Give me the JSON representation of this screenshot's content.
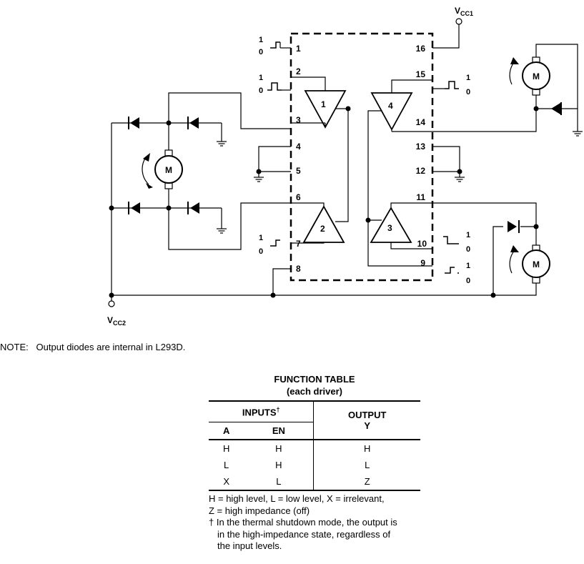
{
  "supply": {
    "vcc1": "V",
    "vcc1_sub": "CC1",
    "vcc2": "V",
    "vcc2_sub": "CC2"
  },
  "pins": [
    "1",
    "2",
    "3",
    "4",
    "5",
    "6",
    "7",
    "8",
    "9",
    "10",
    "11",
    "12",
    "13",
    "14",
    "15",
    "16"
  ],
  "drivers": [
    "1",
    "2",
    "3",
    "4"
  ],
  "motor_label": "M",
  "logic_levels": {
    "high": "1",
    "low": "0"
  },
  "note": "NOTE:   Output diodes are internal in L293D.",
  "function_table": {
    "title": "FUNCTION TABLE",
    "subtitle": "(each driver)",
    "inputs_header": "INPUTS",
    "inputs_dagger": "†",
    "output_header": "OUTPUT",
    "col_a": "A",
    "col_en": "EN",
    "col_y": "Y",
    "rows": [
      {
        "a": "H",
        "en": "H",
        "y": "H"
      },
      {
        "a": "L",
        "en": "H",
        "y": "L"
      },
      {
        "a": "X",
        "en": "L",
        "y": "Z"
      }
    ],
    "legend_1": "H = high level, L = low level, X = irrelevant,",
    "legend_2": "Z = high impedance (off)",
    "footnote_1": "† In the thermal shutdown mode, the output is",
    "footnote_2": "in the high-impedance state, regardless of",
    "footnote_3": "the input levels."
  }
}
